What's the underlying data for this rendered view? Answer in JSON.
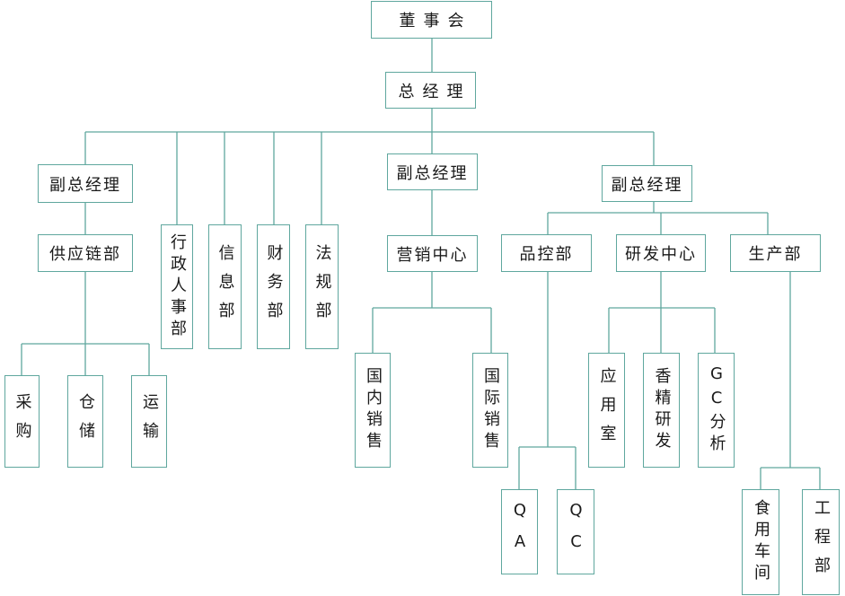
{
  "nodes": {
    "board": "董事会",
    "general_manager": "总经理",
    "vice_gm_left": "副总经理",
    "vice_gm_mid": "副总经理",
    "vice_gm_right": "副总经理",
    "supply_chain": "供应链部",
    "admin_hr": "行政人事部",
    "it": "信息部",
    "finance": "财务部",
    "legal": "法规部",
    "marketing_center": "营销中心",
    "quality_control": "品控部",
    "rnd_center": "研发中心",
    "production": "生产部",
    "procurement": "采购",
    "warehouse": "仓储",
    "transport": "运输",
    "domestic_sales": "国内销售",
    "intl_sales": "国际销售",
    "application_lab": "应用室",
    "flavor_rnd": "香精研发",
    "gc_analysis": "GC分析",
    "qa": "QA",
    "qc": "QC",
    "food_workshop": "食用车间",
    "engineering": "工程部"
  }
}
